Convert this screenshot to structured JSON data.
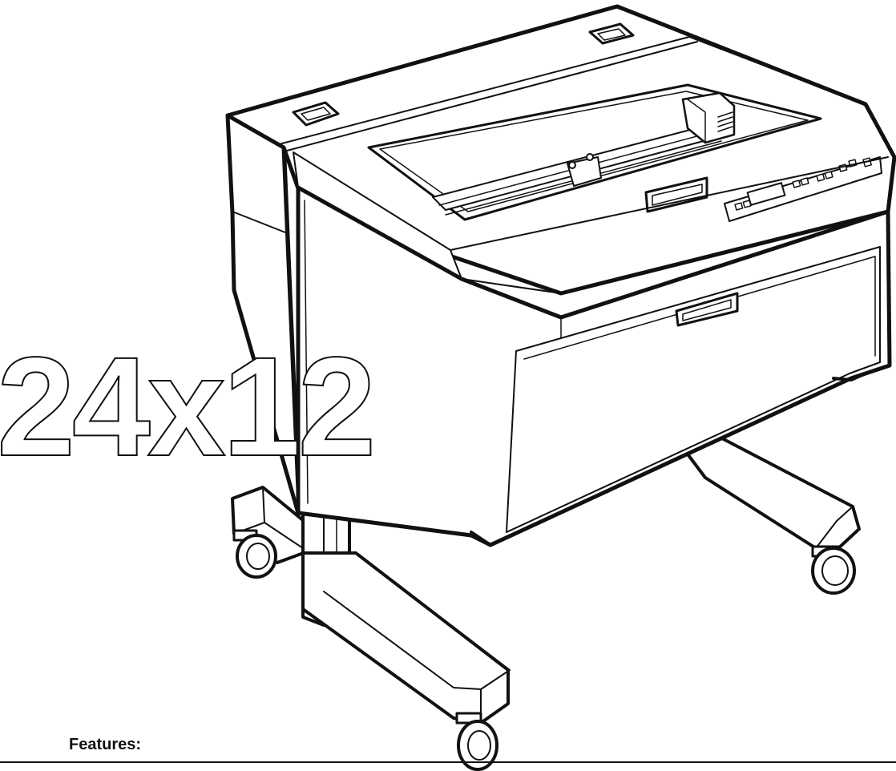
{
  "illustration": {
    "subject": "laser-engraver-on-rolling-stand",
    "line_color": "#111111",
    "fill_color": "#ffffff"
  },
  "model_title": "24x12",
  "features_heading": "Features:"
}
